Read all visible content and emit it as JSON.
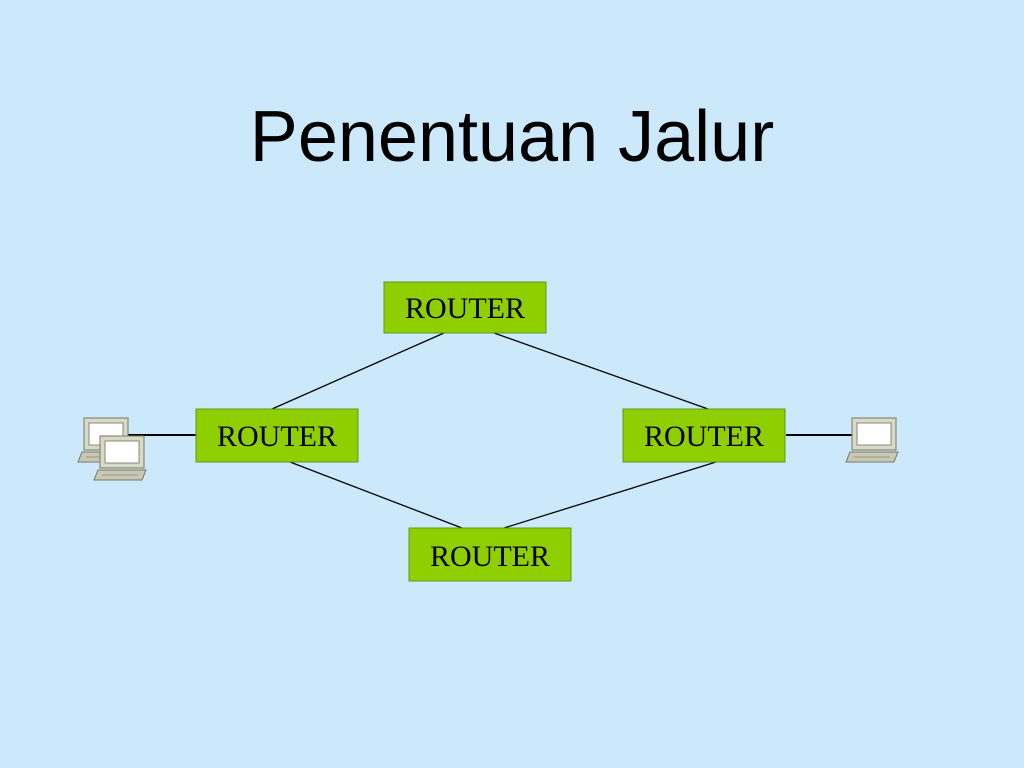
{
  "slide": {
    "title": "Penentuan Jalur"
  },
  "routers": {
    "top": "ROUTER",
    "left": "ROUTER",
    "right": "ROUTER",
    "bottom": "ROUTER"
  },
  "colors": {
    "background": "#cce9fb",
    "router_fill": "#8fcf00",
    "router_border": "#5a9a1a"
  },
  "icons": {
    "left_hosts": "computer-icon",
    "right_host": "computer-icon"
  }
}
